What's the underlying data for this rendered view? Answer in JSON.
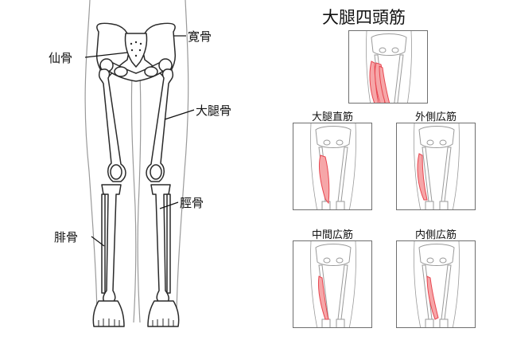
{
  "bone_labels": {
    "hip": "寛骨",
    "sacrum": "仙骨",
    "femur": "大腿骨",
    "tibia": "脛骨",
    "fibula": "腓骨"
  },
  "quadriceps_title": "大腿四頭筋",
  "panels": [
    {
      "id": "all",
      "label": "",
      "muscle": "all"
    },
    {
      "id": "rectus",
      "label": "大腿直筋",
      "muscle": "rectus"
    },
    {
      "id": "lateralis",
      "label": "外側広筋",
      "muscle": "lateralis"
    },
    {
      "id": "intermedius",
      "label": "中間広筋",
      "muscle": "intermedius"
    },
    {
      "id": "medialis",
      "label": "内側広筋",
      "muscle": "medialis"
    }
  ],
  "colors": {
    "outline": "#2a2a2a",
    "silhouette": "#9a9a9a",
    "muscle": "#e8454f",
    "muscle_fill": "#f6a6a8"
  }
}
